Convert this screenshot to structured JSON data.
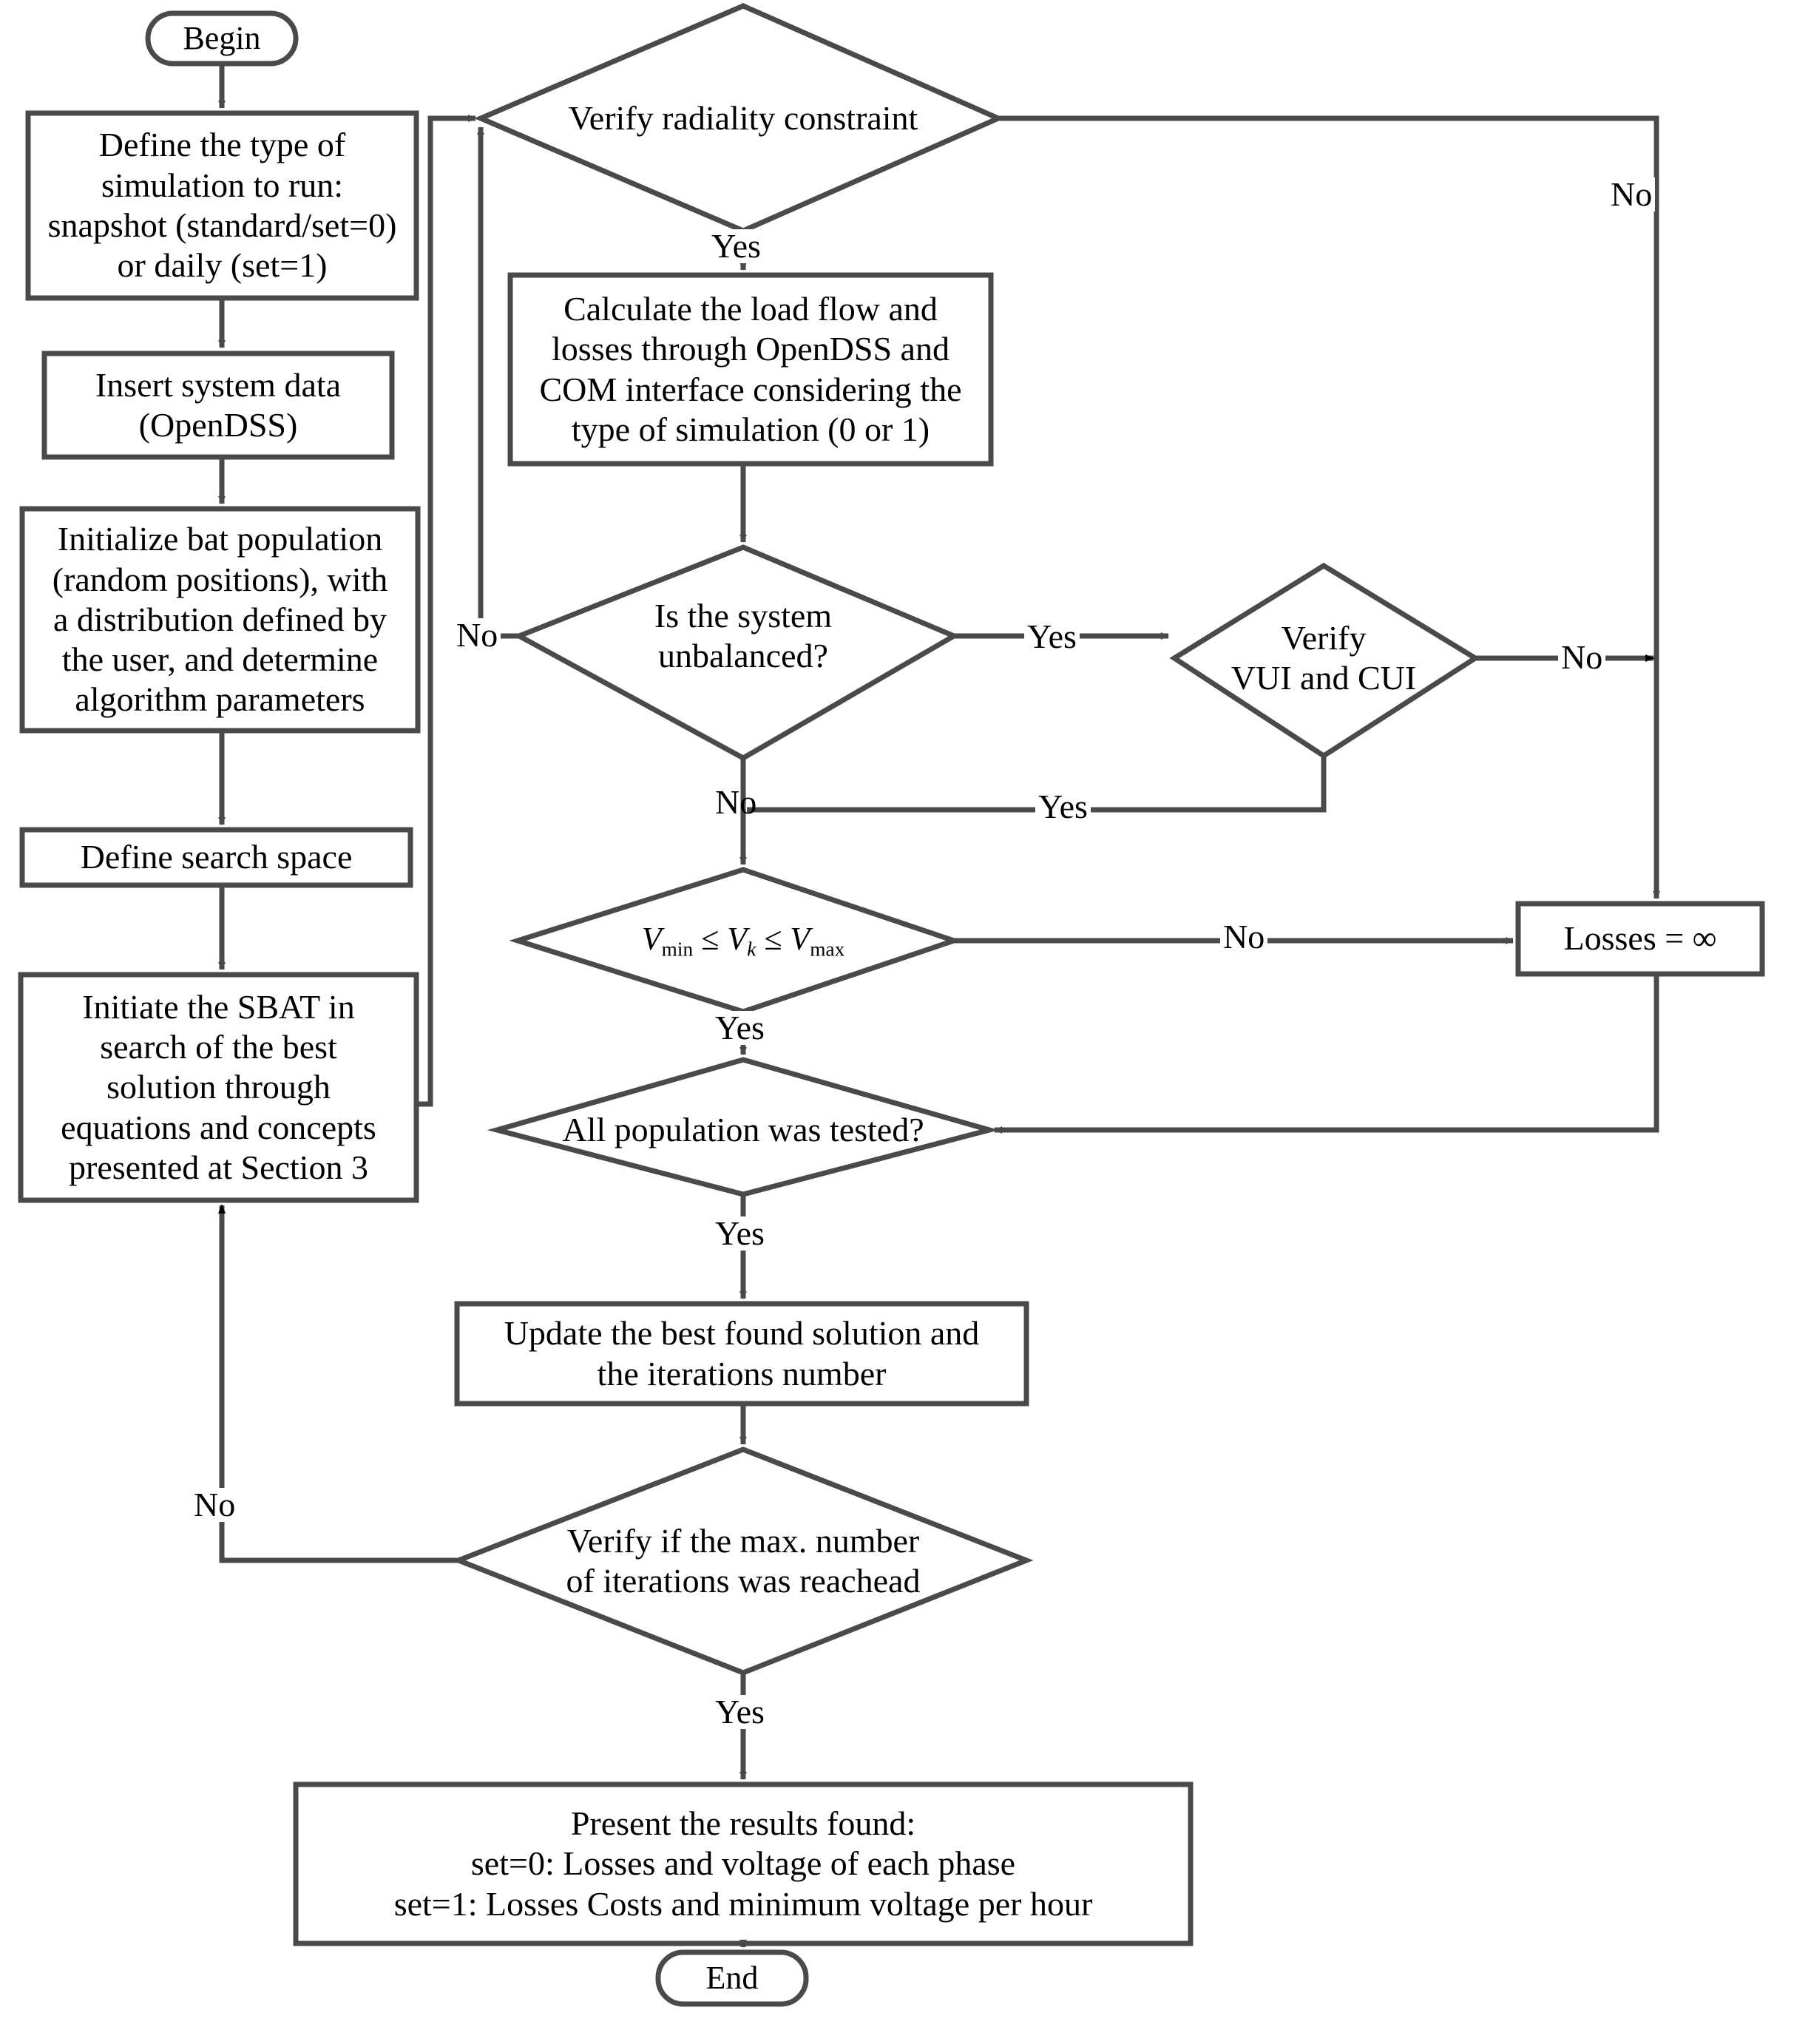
{
  "diagram": {
    "title": "SBAT optimization flowchart with OpenDSS load flow",
    "stroke_color": "#4a4a4a",
    "thin_stroke_color": "#000000",
    "background": "#ffffff"
  },
  "nodes": {
    "begin": {
      "label": "Begin",
      "shape": "terminator"
    },
    "define_type": {
      "label": "Define the type of\nsimulation to run:\nsnapshot (standard/set=0)\nor daily (set=1)",
      "shape": "process"
    },
    "insert_data": {
      "label": "Insert system data\n(OpenDSS)",
      "shape": "process"
    },
    "init_population": {
      "label": "Initialize bat population\n(random positions), with\na distribution defined by\nthe user, and determine\nalgorithm parameters",
      "shape": "process"
    },
    "define_space": {
      "label": "Define search space",
      "shape": "process"
    },
    "initiate_sbat": {
      "label": "Initiate the SBAT in\nsearch of the best\nsolution through\nequations and concepts\npresented at Section 3",
      "shape": "process"
    },
    "verify_radiality": {
      "label": "Verify radiality constraint",
      "shape": "decision"
    },
    "calculate_flow": {
      "label": "Calculate the load flow and\nlosses through OpenDSS and\nCOM interface considering the\ntype of simulation (0 or 1)",
      "shape": "process"
    },
    "is_unbalanced": {
      "label": "Is the system\nunbalanced?",
      "shape": "decision"
    },
    "verify_vui_cui": {
      "label": "Verify\nVUI and CUI",
      "shape": "decision"
    },
    "voltage_limits": {
      "label": "Vmin ≤ Vk ≤ Vmax",
      "shape": "decision",
      "equation": {
        "lhs_var": "V",
        "lhs_sub": "min",
        "mid_var": "V",
        "mid_sub": "k",
        "rhs_var": "V",
        "rhs_sub": "max",
        "relation": "≤"
      }
    },
    "losses_infinite": {
      "label": "Losses = ∞",
      "shape": "process"
    },
    "all_tested": {
      "label": "All population was tested?",
      "shape": "decision"
    },
    "update_best": {
      "label": "Update the best found solution and\nthe iterations number",
      "shape": "process"
    },
    "verify_max_iter": {
      "label": "Verify if the max. number\nof iterations was reachead",
      "shape": "decision"
    },
    "present_results": {
      "label": "Present the results found:\nset=0: Losses and voltage of each phase\nset=1: Losses Costs and minimum voltage per hour",
      "shape": "process"
    },
    "end": {
      "label": "End",
      "shape": "terminator"
    }
  },
  "edge_labels": {
    "radiality_no": "No",
    "radiality_yes": "Yes",
    "unbalanced_no_left": "No",
    "unbalanced_yes": "Yes",
    "unbalanced_no_down": "No",
    "vui_no": "No",
    "vui_yes": "Yes",
    "voltage_no": "No",
    "voltage_yes": "Yes",
    "all_tested_yes": "Yes",
    "max_iter_no": "No",
    "max_iter_yes": "Yes"
  }
}
